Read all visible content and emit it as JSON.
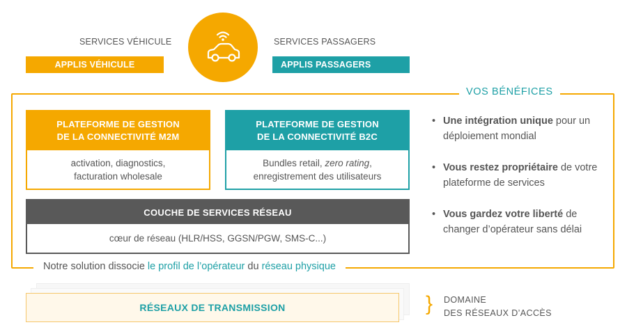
{
  "colors": {
    "orange": "#f5a800",
    "teal": "#1ea0a6",
    "dark_gray": "#595959",
    "text_gray": "#555555"
  },
  "top": {
    "vehicle_services": "SERVICES VÉHICULE",
    "vehicle_apps": "APPLIS VÉHICULE",
    "passenger_services": "SERVICES PASSAGERS",
    "passenger_apps": "APPLIS PASSAGERS",
    "center_icon": "connected-car-icon"
  },
  "benefits": {
    "title": "VOS BÉNÉFICES",
    "items": [
      {
        "bold": "Une intégration unique",
        "rest": " pour un déploiement mondial"
      },
      {
        "bold": "Vous restez propriétaire",
        "rest": " de votre plateforme de services"
      },
      {
        "bold": "Vous gardez votre liberté",
        "rest": " de changer d’opérateur sans délai"
      }
    ]
  },
  "platforms": {
    "m2m": {
      "title_line1": "PLATEFORME DE GESTION",
      "title_line2": "DE LA CONNECTIVITÉ M2M",
      "body_line1": "activation, diagnostics,",
      "body_line2": "facturation wholesale"
    },
    "b2c": {
      "title_line1": "PLATEFORME DE GESTION",
      "title_line2": "DE LA CONNECTIVITÉ B2C",
      "body_line1_a": "Bundles retail, ",
      "body_line1_b": "zero rating",
      "body_line1_c": ",",
      "body_line2": "enregistrement des utilisateurs"
    }
  },
  "network": {
    "title": "COUCHE DE SERVICES RÉSEAU",
    "body": "cœur de réseau (HLR/HSS, GGSN/PGW, SMS-C...)"
  },
  "note": {
    "part1": "Notre solution dissocie ",
    "part2": "le profil de l’opérateur",
    "part3": " du ",
    "part4": "réseau physique"
  },
  "transmission": {
    "label": "RÉSEAUX DE TRANSMISSION",
    "domain_line1": "DOMAINE",
    "domain_line2": "DES RÉSEAUX D’ACCÈS"
  }
}
